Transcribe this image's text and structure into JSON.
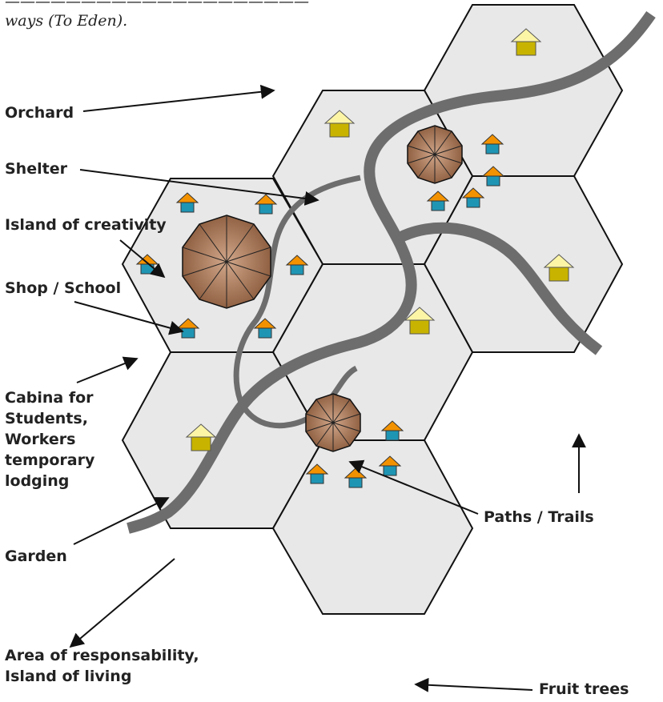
{
  "intro": {
    "line1": "ways (To Eden)."
  },
  "labels": {
    "orchard": "Orchard",
    "shelter": "Shelter",
    "island_creativity": "Island of creativity",
    "shop_school": "Shop / School",
    "cabina_line1": "Cabina for",
    "cabina_line2": "Students,",
    "cabina_line3": "Workers",
    "cabina_line4": "temporary",
    "cabina_line5": "lodging",
    "garden": "Garden",
    "paths": "Paths / Trails",
    "area_line1": "Area of responsability,",
    "area_line2": "Island of living",
    "fruit_trees": "Fruit trees"
  },
  "colors": {
    "hex_fill": "#e8e8e8",
    "hex_stroke": "#111111",
    "trail": "#6d6d6d",
    "pavilion_light": "#d2a78a",
    "pavilion_dark": "#8a5a3c",
    "small_roof": "#f39200",
    "small_body": "#1f95b4",
    "cabin_roof": "#fdf5a6",
    "cabin_body": "#c8b400"
  }
}
